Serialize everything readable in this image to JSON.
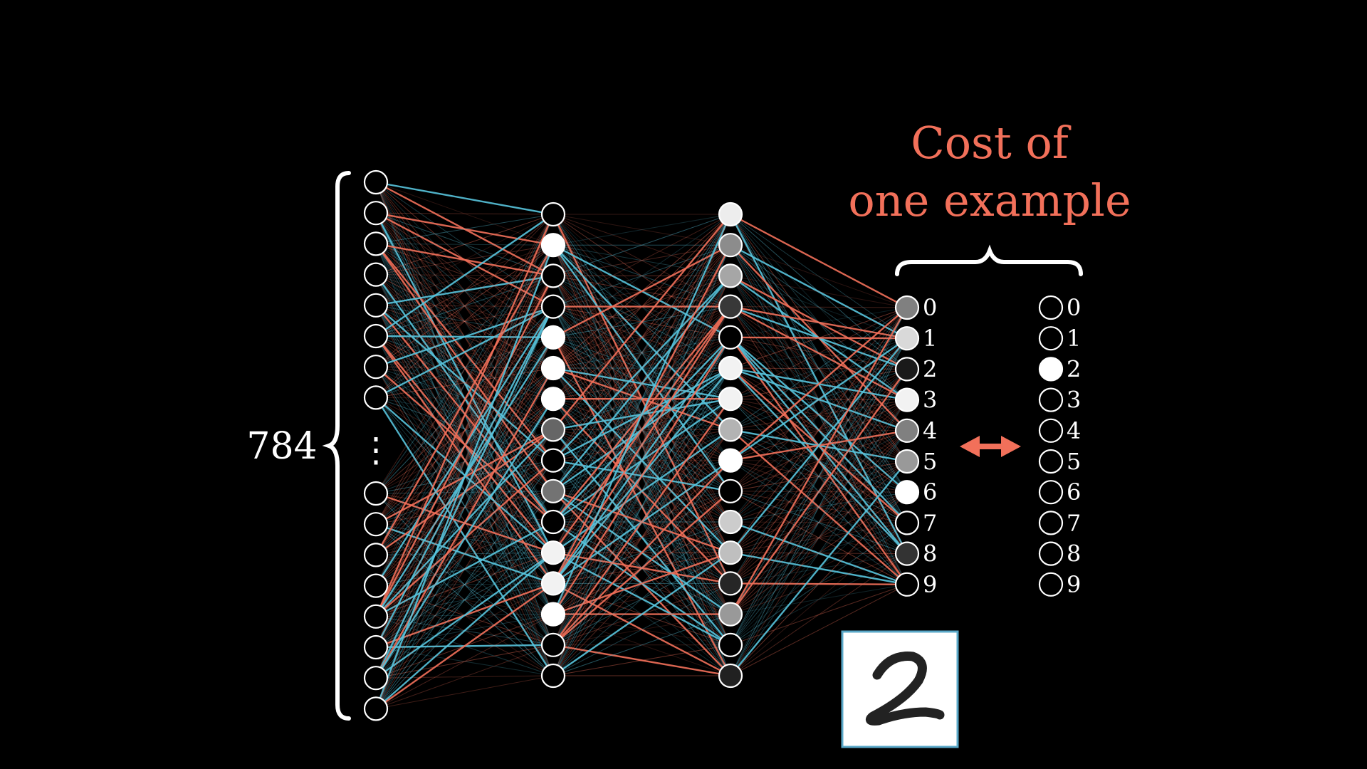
{
  "title": {
    "line1": "Cost of",
    "line2": "one example",
    "color": "#f2705a"
  },
  "input_layer": {
    "count_label": "784",
    "ellipsis": "⋮",
    "top_activations": [
      0,
      0,
      0,
      0,
      0,
      0,
      0,
      0
    ],
    "bottom_activations": [
      0,
      0,
      0,
      0,
      0,
      0,
      0,
      0
    ]
  },
  "hidden_layer_1": {
    "activations": [
      0.0,
      1.0,
      0.0,
      0.0,
      1.0,
      1.0,
      1.0,
      0.4,
      0.0,
      0.45,
      0.0,
      0.95,
      0.95,
      1.0,
      0.0,
      0.0
    ]
  },
  "hidden_layer_2": {
    "activations": [
      0.93,
      0.55,
      0.65,
      0.22,
      0.0,
      0.95,
      0.95,
      0.7,
      1.0,
      0.0,
      0.8,
      0.75,
      0.15,
      0.6,
      0.0,
      0.13
    ]
  },
  "output_layer": {
    "labels": [
      "0",
      "1",
      "2",
      "3",
      "4",
      "5",
      "6",
      "7",
      "8",
      "9"
    ],
    "activations": [
      0.5,
      0.85,
      0.1,
      0.95,
      0.5,
      0.6,
      1.0,
      0.0,
      0.2,
      0.0
    ]
  },
  "target_layer": {
    "labels": [
      "0",
      "1",
      "2",
      "3",
      "4",
      "5",
      "6",
      "7",
      "8",
      "9"
    ],
    "activations": [
      0,
      0,
      1,
      0,
      0,
      0,
      0,
      0,
      0,
      0
    ]
  },
  "example_digit": {
    "border_color": "#5aa8c8"
  },
  "colors": {
    "positive_weight": "#f2705a",
    "negative_weight": "#58c4dd",
    "arrow": "#f2705a"
  }
}
